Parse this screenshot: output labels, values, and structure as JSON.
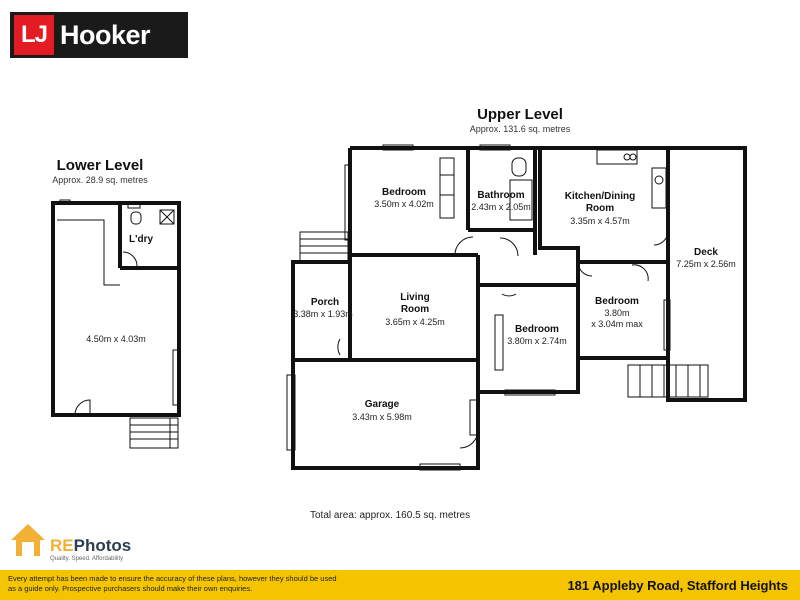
{
  "brand": {
    "mark": "LJ",
    "name": "Hooker",
    "accent": "#e31b23"
  },
  "lower_level": {
    "title": "Lower Level",
    "area": "Approx. 28.9 sq. metres"
  },
  "upper_level": {
    "title": "Upper Level",
    "area": "Approx. 131.6 sq. metres"
  },
  "rooms": {
    "lower_main": {
      "label": "",
      "dims": "4.50m x 4.03m"
    },
    "laundry": {
      "label": "L'dry",
      "dims": ""
    },
    "bedroom1": {
      "label": "Bedroom",
      "dims": "3.50m x 4.02m"
    },
    "bathroom": {
      "label": "Bathroom",
      "dims": "2.43m x 2.05m"
    },
    "kitchen": {
      "label": "Kitchen/Dining",
      "label2": "Room",
      "dims": "3.35m x 4.57m"
    },
    "deck": {
      "label": "Deck",
      "dims": "7.25m x 2.56m"
    },
    "porch": {
      "label": "Porch",
      "dims": "3.38m x 1.93m"
    },
    "living": {
      "label": "Living",
      "label2": "Room",
      "dims": "3.65m x 4.25m"
    },
    "bedroom2": {
      "label": "Bedroom",
      "dims": "3.80m x 2.74m"
    },
    "bedroom3": {
      "label": "Bedroom",
      "dims": "3.80m",
      "dims2": "x 3.04m max"
    },
    "garage": {
      "label": "Garage",
      "dims": "3.43m x 5.98m"
    }
  },
  "total_area": "Total area: approx. 160.5 sq. metres",
  "rephotos": {
    "re": "RE",
    "photos": "Photos",
    "tagline": "Quality. Speed. Affordability"
  },
  "footer": {
    "disclaimer_1": "Every attempt has been made to ensure the accuracy of these plans, however they should be used",
    "disclaimer_2": "as a guide only.  Prospective purchasers should make their own enquiries.",
    "address": "181 Appleby Road, Stafford Heights",
    "color": "#f5c400"
  }
}
